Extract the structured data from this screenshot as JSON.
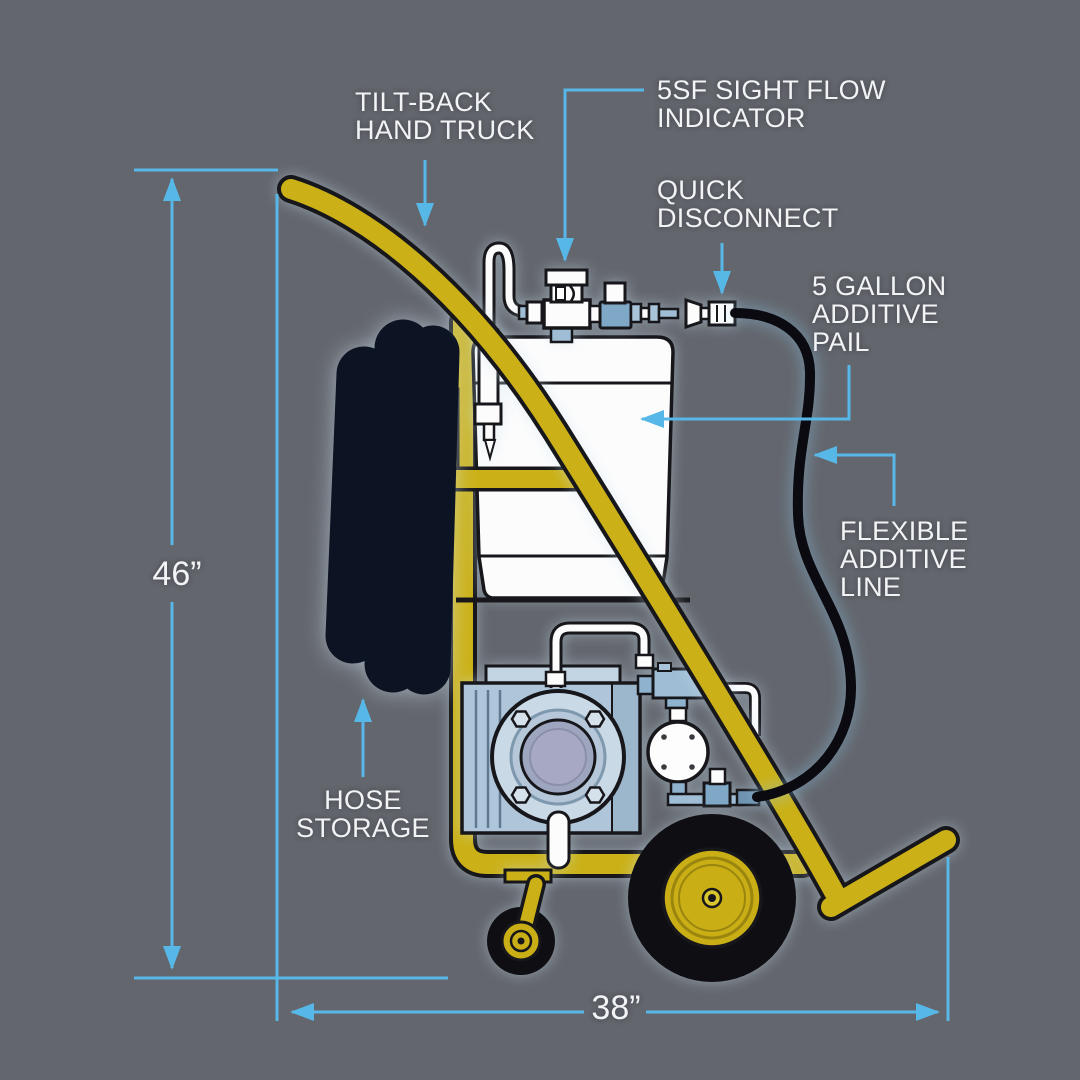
{
  "diagram": {
    "colors": {
      "background": "#63666D",
      "accent_blue": "#57B8E8",
      "frame_yellow": "#CBB117",
      "hose_navy": "#0C1424",
      "pump_blue": "#AFC6DA",
      "text": "#F2F3F5"
    },
    "callouts": {
      "tilt_back": {
        "lines": [
          "TILT-BACK",
          "HAND TRUCK"
        ]
      },
      "sight_flow": {
        "lines": [
          "5SF SIGHT FLOW",
          "INDICATOR"
        ]
      },
      "quick_disconnect": {
        "lines": [
          "QUICK",
          "DISCONNECT"
        ]
      },
      "additive_pail": {
        "lines": [
          "5 GALLON",
          "ADDITIVE",
          "PAIL"
        ]
      },
      "flexible_line": {
        "lines": [
          "FLEXIBLE",
          "ADDITIVE",
          "LINE"
        ]
      },
      "hose_storage": {
        "lines": [
          "HOSE",
          "STORAGE"
        ]
      }
    },
    "dimensions": {
      "height": "46”",
      "width": "38”"
    }
  }
}
